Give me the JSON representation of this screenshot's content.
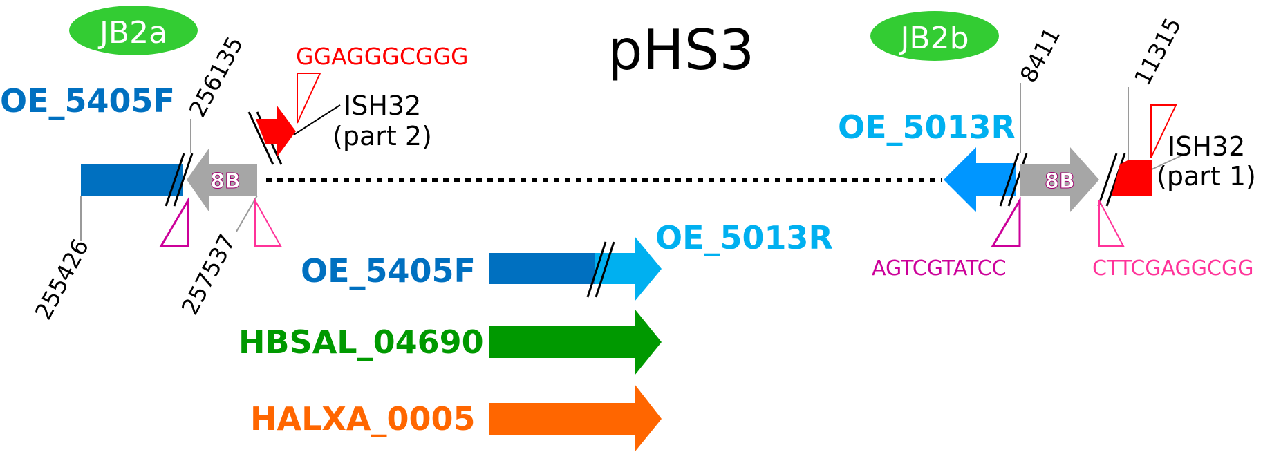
{
  "colors": {
    "blue_dark": "#0070c0",
    "blue_light": "#00b0f0",
    "blue_mid": "#0096ff",
    "green": "#009900",
    "orange": "#ff6600",
    "red": "#ff0000",
    "gray": "#a6a6a6",
    "magenta": "#cc0099",
    "pink": "#ff3399",
    "jb_green": "#33cc33",
    "black": "#000000"
  },
  "title": "pHS3",
  "junctions": {
    "left": "JB2a",
    "right": "JB2b"
  },
  "left_locus": {
    "gene": "OE_5405F",
    "element": "8B",
    "coords": {
      "start": "255426",
      "junction": "256135",
      "end": "257537"
    },
    "is_label_1": "ISH32",
    "is_label_2": "(part 2)",
    "target_seq": "GGAGGGCGGG"
  },
  "right_locus": {
    "gene": "OE_5013R",
    "element": "8B",
    "coords": {
      "junction": "8411",
      "end": "11315"
    },
    "is_label_1": "ISH32",
    "is_label_2": "(part 1)",
    "seq_left": "AGTCGTATCC",
    "seq_right": "CTTCGAGGCGG"
  },
  "fusion": {
    "part1": "OE_5405F",
    "part2": "OE_5013R"
  },
  "orthologs": [
    {
      "label": "HBSAL_04690"
    },
    {
      "label": "HALXA_0005"
    }
  ]
}
